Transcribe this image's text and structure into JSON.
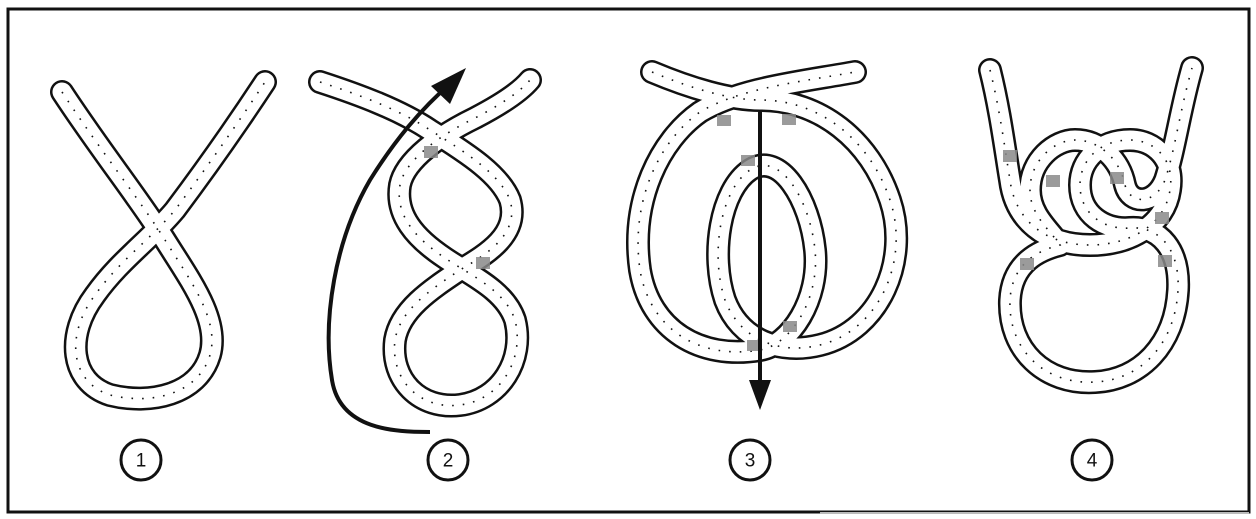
{
  "diagram": {
    "steps": [
      {
        "label": "1"
      },
      {
        "label": "2"
      },
      {
        "label": "3"
      },
      {
        "label": "4"
      }
    ]
  }
}
